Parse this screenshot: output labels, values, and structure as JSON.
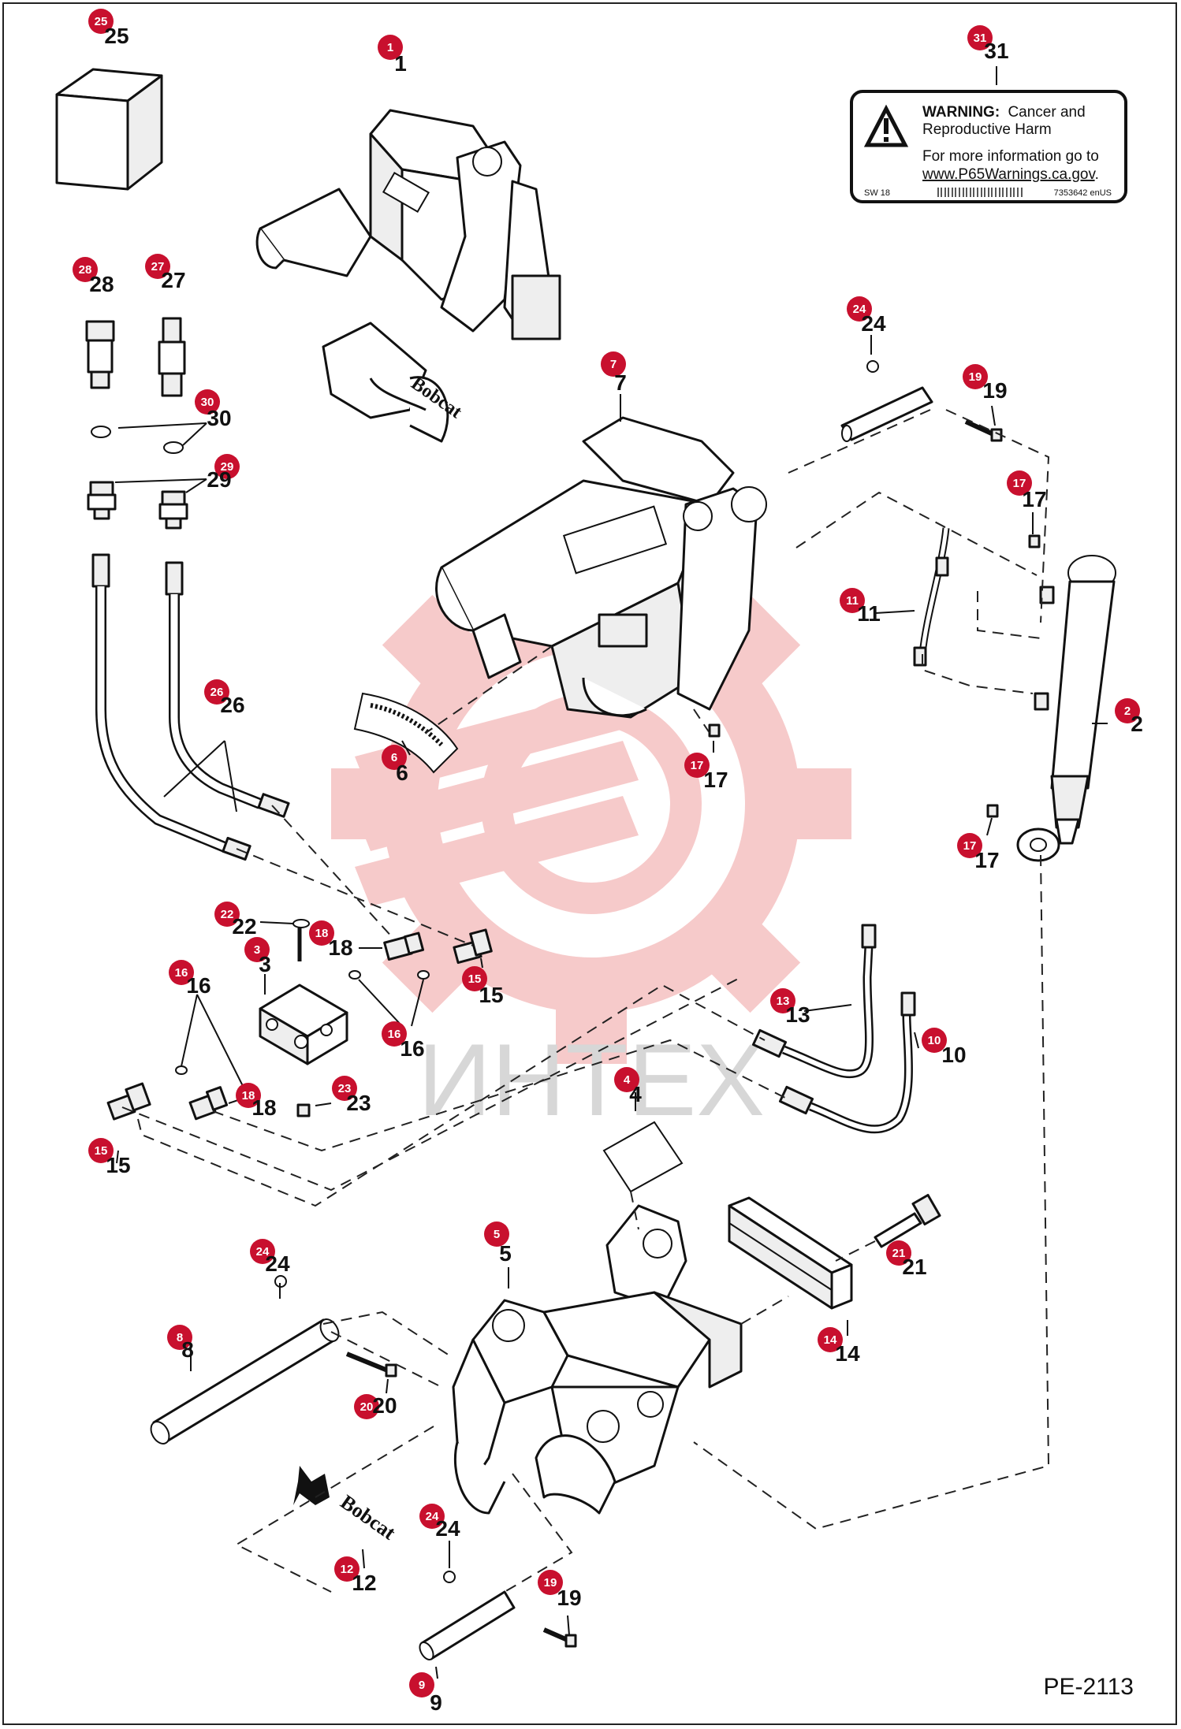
{
  "drawing_ref": "PE-2113",
  "watermark": "ИНТЕХ",
  "colors": {
    "callout": "#c8102e",
    "watermark": "#f2a6a6",
    "line": "#111111"
  },
  "warning_label": {
    "heading": "WARNING:",
    "heading_rest": "Cancer and",
    "line2": "Reproductive Harm",
    "line3": "For more information go to",
    "url": "www.P65Warnings.ca.gov",
    "period": ".",
    "code_left": "SW 18",
    "code_right": "7353642 enUS"
  },
  "brand_text": "Bobcat",
  "callouts": [
    {
      "n": "25"
    },
    {
      "n": "1"
    },
    {
      "n": "31"
    },
    {
      "n": "28"
    },
    {
      "n": "27"
    },
    {
      "n": "30"
    },
    {
      "n": "29"
    },
    {
      "n": "24"
    },
    {
      "n": "7"
    },
    {
      "n": "19"
    },
    {
      "n": "17"
    },
    {
      "n": "11"
    },
    {
      "n": "26"
    },
    {
      "n": "2"
    },
    {
      "n": "6"
    },
    {
      "n": "17"
    },
    {
      "n": "17"
    },
    {
      "n": "22"
    },
    {
      "n": "18"
    },
    {
      "n": "3"
    },
    {
      "n": "15"
    },
    {
      "n": "16"
    },
    {
      "n": "16"
    },
    {
      "n": "13"
    },
    {
      "n": "10"
    },
    {
      "n": "18"
    },
    {
      "n": "23"
    },
    {
      "n": "4"
    },
    {
      "n": "15"
    },
    {
      "n": "5"
    },
    {
      "n": "21"
    },
    {
      "n": "24"
    },
    {
      "n": "8"
    },
    {
      "n": "14"
    },
    {
      "n": "20"
    },
    {
      "n": "24"
    },
    {
      "n": "12"
    },
    {
      "n": "19"
    },
    {
      "n": "9"
    }
  ]
}
